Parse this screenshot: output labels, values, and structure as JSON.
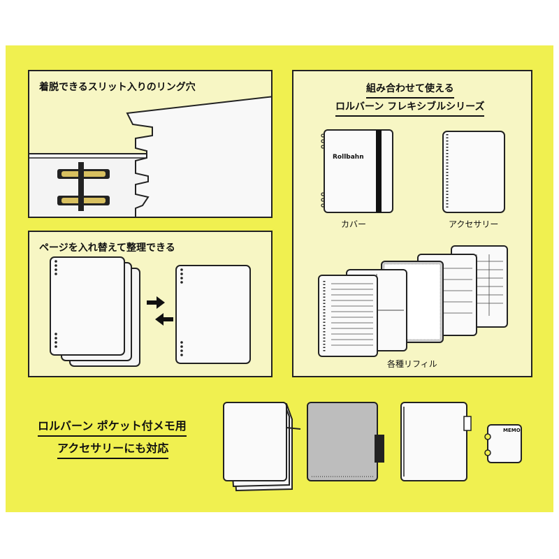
{
  "colors": {
    "background": "#f0f050",
    "box_fill": "#f7f6c4",
    "line": "#222222"
  },
  "ring_section": {
    "title": "着脱できるスリット入りのリング穴"
  },
  "replace_section": {
    "title": "ページを入れ替えて整理できる"
  },
  "series_section": {
    "title_line1": "組み合わせて使える",
    "title_line2": "ロルバーン フレキシブルシリーズ",
    "cover_label": "カバー",
    "cover_brand": "Rollbahn",
    "accessory_label": "アクセサリー",
    "refill_label": "各種リフィル"
  },
  "bottom": {
    "line1": "ロルバーン ポケット付メモ用",
    "line2": "アクセサリーにも対応",
    "memo_tag": "MEMO"
  },
  "icons": [
    "arrow-right-icon",
    "arrow-left-icon",
    "ring-clip-icon"
  ]
}
